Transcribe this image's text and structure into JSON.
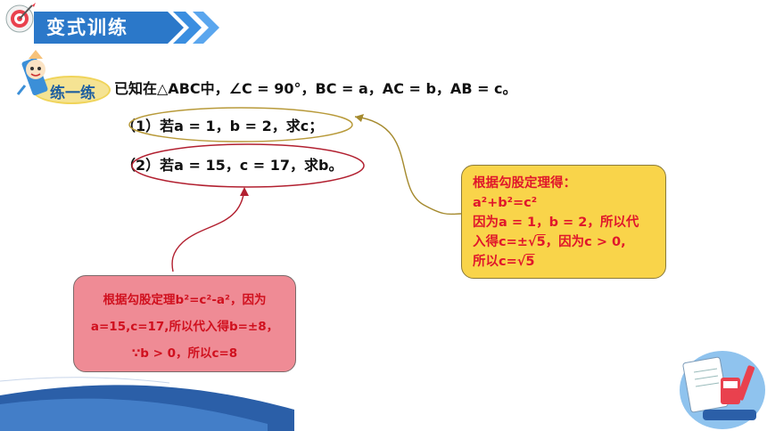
{
  "header": {
    "title": "变式训练"
  },
  "mascot": {
    "label": "练一练"
  },
  "question": {
    "main": "已知在△ABC中，∠C = 90°，BC = a，AC = b，AB = c。",
    "part1": "（1）若a = 1，b = 2，求c；",
    "part2": "（2）若a = 15，c = 17，求b。"
  },
  "answer_yellow": {
    "line1": "根据勾股定理得：",
    "line2": "a²+b²=c²",
    "line3": "因为a = 1，b = 2，所以代",
    "line4_a": "入得c=±",
    "line4_sqrt": "5",
    "line4_b": "，因为c > 0,",
    "line5_a": "所以c=",
    "line5_sqrt": "5"
  },
  "answer_pink": {
    "line1": "根据勾股定理b²=c²-a²，因为",
    "line2": "a=15,c=17,所以代入得b=±8，",
    "line3": "∵b > 0，所以c=8"
  },
  "colors": {
    "banner": "#2b78c9",
    "yellow_box": "#f9d44a",
    "pink_box": "#ef8b95",
    "answer_text": "#e0162b",
    "ellipse_yellow": "#b89a3a",
    "ellipse_red": "#b22030"
  }
}
